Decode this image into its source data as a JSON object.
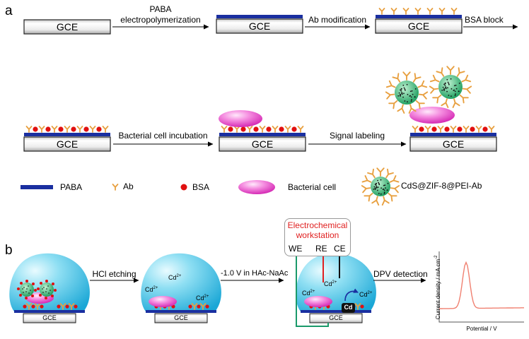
{
  "panels": {
    "a": "a",
    "b": "b"
  },
  "electrode": {
    "label": "GCE"
  },
  "steps_a": {
    "paba_line1": "PABA",
    "paba_line2": "electropolymerization",
    "ab_modification": "Ab modification",
    "bsa_block": "BSA block",
    "incubation": "Bacterial cell incubation",
    "signal_labeling": "Signal labeling"
  },
  "legend": {
    "paba": "PABA",
    "ab": "Ab",
    "bsa": "BSA",
    "bacterial_cell": "Bacterial cell",
    "nanoprobe": "CdS@ZIF-8@PEI-Ab"
  },
  "steps_b": {
    "hcl_etching": "HCl etching",
    "voltage": "-1.0 V in HAc-NaAc",
    "dpv_detection": "DPV detection"
  },
  "workstation": {
    "line1": "Electrochemical",
    "line2": "workstation",
    "we": "WE",
    "re": "RE",
    "ce": "CE"
  },
  "ions": {
    "cd2": "Cd",
    "charge": "2+",
    "cd_metal": "Cd"
  },
  "dpv_plot": {
    "type": "line",
    "xlabel": "Potential / V",
    "ylabel": "Current density / mA cm",
    "ylabel_exp": "-2",
    "shape": "single peak"
  },
  "colors": {
    "paba": "#1a2fa0",
    "antibody": "#e8a040",
    "bsa": "#e01010",
    "cell": "#e040c0",
    "droplet": "#29b6de",
    "nanoprobe": "#1faa6a",
    "workstation_title": "#e02020",
    "wire_we": "#1a9a6a",
    "curve": "#f08070"
  },
  "icons": [
    "right-arrow-icon",
    "antibody-icon",
    "bsa-dot-icon",
    "bacterial-cell-icon",
    "nanoprobe-icon",
    "droplet-icon"
  ]
}
